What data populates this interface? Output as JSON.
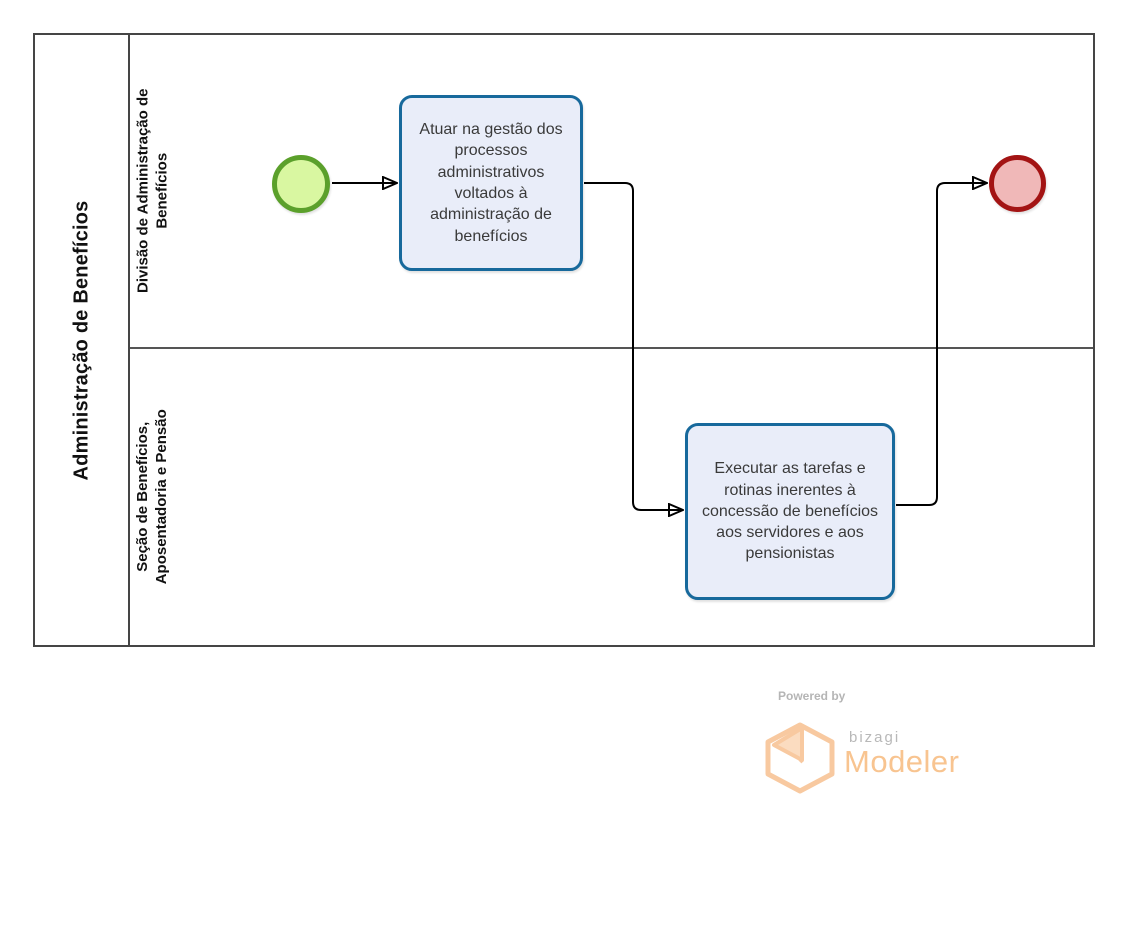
{
  "pool": {
    "title": "Administração de Benefícios",
    "lanes": [
      {
        "label_line1": "Divisão de Administração de",
        "label_line2": "Benefícios"
      },
      {
        "label_line1": "Seção de Benefícios,",
        "label_line2": "Aposentadoria e Pensão"
      }
    ]
  },
  "tasks": [
    {
      "text": "Atuar na gestão dos processos administrativos voltados à administração de benefícios"
    },
    {
      "text": "Executar as tarefas e rotinas inerentes à concessão de benefícios aos servidores e aos pensionistas"
    }
  ],
  "events": {
    "start_name": "start-event",
    "end_name": "end-event"
  },
  "colors": {
    "task_border": "#17699c",
    "task_fill": "#e9edf9",
    "start_border": "#5ba02b",
    "start_fill": "#d9f7a1",
    "end_border": "#a31414",
    "end_fill": "#f0b8b8",
    "frame": "#454545",
    "lane_divider": "#555555",
    "connector": "#000000",
    "brand_orange": "#f8c490",
    "brand_gray": "#b8b8b8"
  },
  "branding": {
    "powered_by": "Powered by",
    "brand": "bizagi",
    "product": "Modeler"
  }
}
